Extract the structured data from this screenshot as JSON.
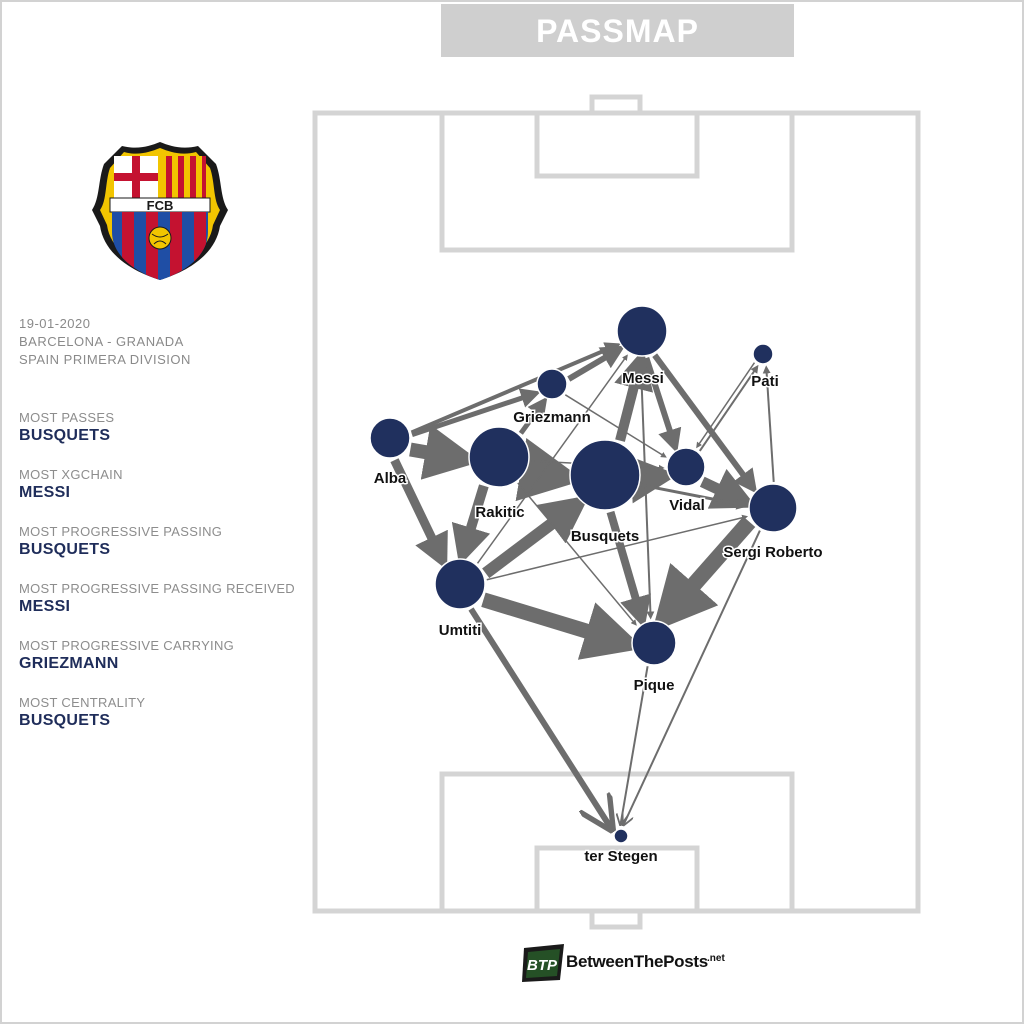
{
  "header": {
    "title": "PASSMAP"
  },
  "team": {
    "crest_letters": "FCB",
    "crest_colors": {
      "blue": "#1f4ea5",
      "red": "#c41230",
      "gold": "#f2c500"
    }
  },
  "match": {
    "date": "19-01-2020",
    "fixture": "BARCELONA - GRANADA",
    "competition": "SPAIN PRIMERA DIVISION"
  },
  "stats": [
    {
      "label": "MOST PASSES",
      "value": "BUSQUETS"
    },
    {
      "label": "MOST XGCHAIN",
      "value": "MESSI"
    },
    {
      "label": "MOST PROGRESSIVE PASSING",
      "value": "BUSQUETS"
    },
    {
      "label": "MOST PROGRESSIVE PASSING RECEIVED",
      "value": "MESSI"
    },
    {
      "label": "MOST PROGRESSIVE CARRYING",
      "value": "GRIEZMANN"
    },
    {
      "label": "MOST CENTRALITY",
      "value": "BUSQUETS"
    }
  ],
  "colors": {
    "node": "#20305e",
    "edge": "#6d6d6d",
    "pitch_line": "#d4d4d4",
    "banner": "#cfcfcf"
  },
  "players": [
    {
      "id": "messi",
      "name": "Messi"
    },
    {
      "id": "pati",
      "name": "Pati"
    },
    {
      "id": "griezmann",
      "name": "Griezmann"
    },
    {
      "id": "alba",
      "name": "Alba"
    },
    {
      "id": "rakitic",
      "name": "Rakitic"
    },
    {
      "id": "busquets",
      "name": "Busquets"
    },
    {
      "id": "vidal",
      "name": "Vidal"
    },
    {
      "id": "sergi",
      "name": "Sergi Roberto"
    },
    {
      "id": "umtiti",
      "name": "Umtiti"
    },
    {
      "id": "pique",
      "name": "Pique"
    },
    {
      "id": "terstegen",
      "name": "ter Stegen"
    }
  ],
  "footer": {
    "logo_mark": "BTP",
    "brand": "BetweenThePosts",
    "suffix": ".net"
  }
}
